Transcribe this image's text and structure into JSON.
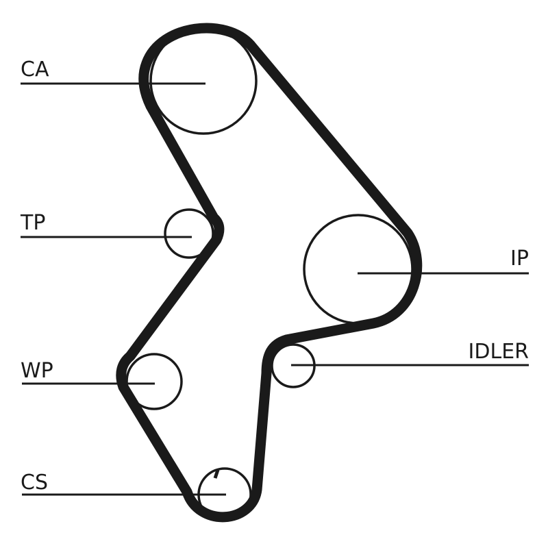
{
  "labels": {
    "ca": "CA",
    "tp": "TP",
    "ip": "IP",
    "idler": "IDLER",
    "wp": "WP",
    "cs": "CS"
  },
  "colors": {
    "ink": "#1a1a1a",
    "background": "#ffffff"
  }
}
